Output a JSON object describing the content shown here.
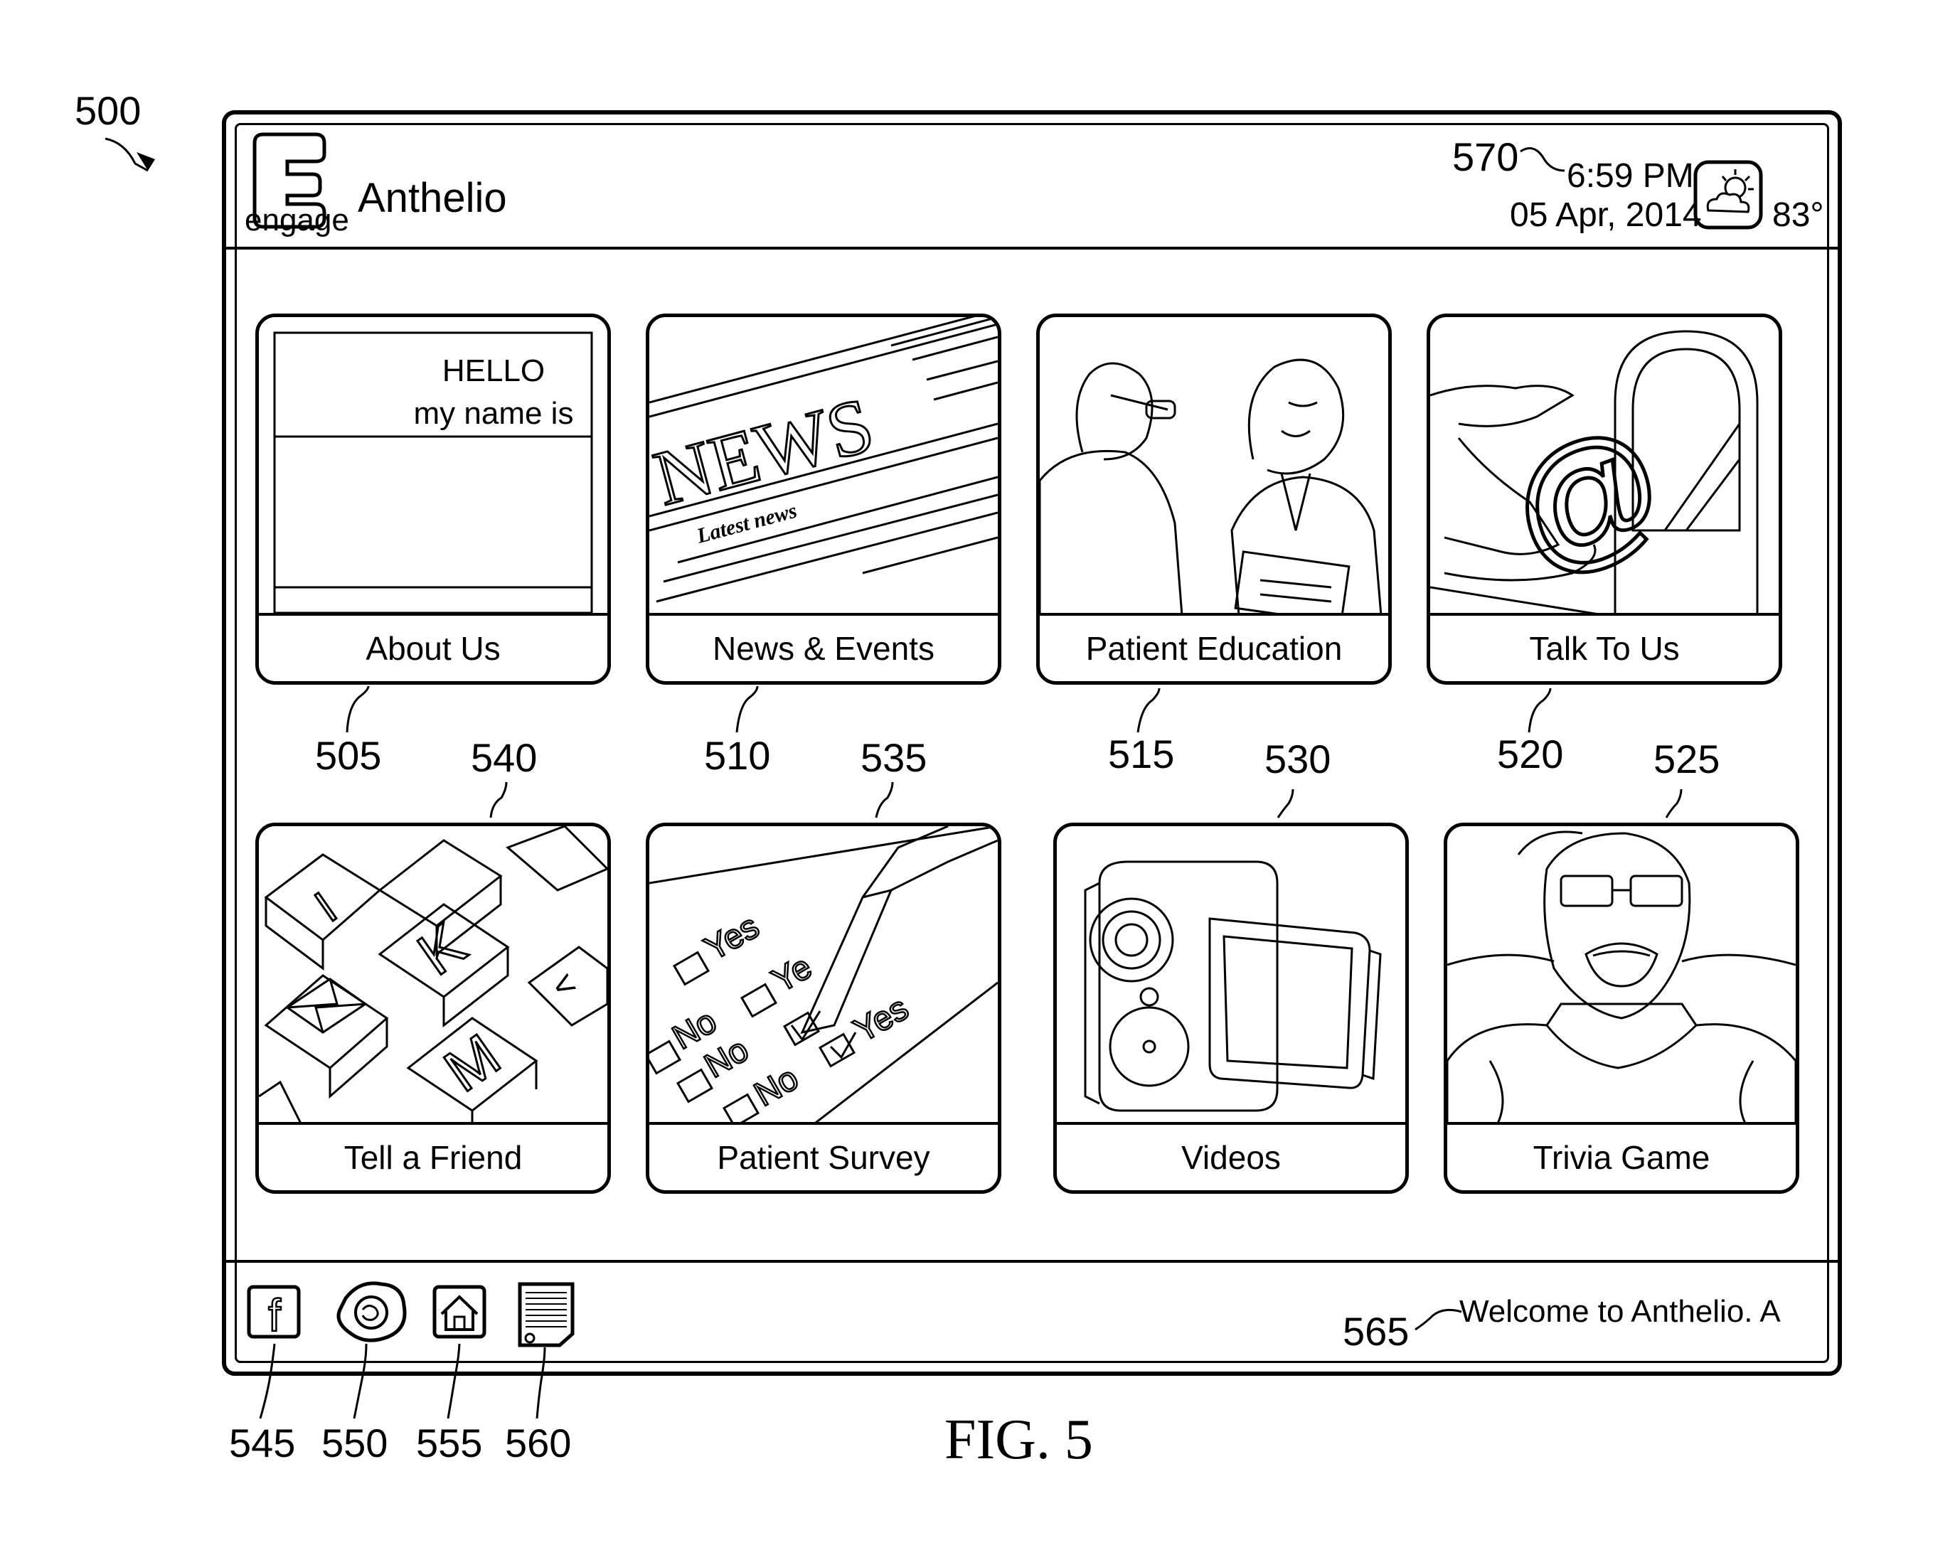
{
  "figure": {
    "ref": "500",
    "caption": "FIG. 5"
  },
  "header": {
    "logo_text": "engage",
    "title": "Anthelio",
    "time": "6:59 PM",
    "date": "05 Apr, 2014",
    "temperature": "83°",
    "weather_icon": "partly-cloudy-icon",
    "ref": "570"
  },
  "tiles": [
    {
      "label": "About Us",
      "ref": "505",
      "art_text": [
        "HELLO",
        "my name is"
      ]
    },
    {
      "label": "News & Events",
      "ref": "510",
      "art_text": [
        "NEWS",
        "Latest news"
      ]
    },
    {
      "label": "Patient Education",
      "ref": "515"
    },
    {
      "label": "Talk To Us",
      "ref": "520",
      "art_text": [
        "@"
      ]
    },
    {
      "label": "Tell a Friend",
      "ref": "540",
      "art_text": [
        "I",
        "K",
        "M",
        "<"
      ]
    },
    {
      "label": "Patient Survey",
      "ref": "535",
      "art_text": [
        "Yes",
        "Ye",
        "Yes",
        "No",
        "No",
        "No"
      ]
    },
    {
      "label": "Videos",
      "ref": "530"
    },
    {
      "label": "Trivia Game",
      "ref": "525"
    }
  ],
  "footer": {
    "icons": [
      {
        "name": "facebook-icon",
        "ref": "545",
        "glyph": "f"
      },
      {
        "name": "globe-icon",
        "ref": "550"
      },
      {
        "name": "home-icon",
        "ref": "555"
      },
      {
        "name": "notepad-icon",
        "ref": "560"
      }
    ],
    "welcome": "Welcome to  Anthelio. A",
    "welcome_ref": "565"
  }
}
